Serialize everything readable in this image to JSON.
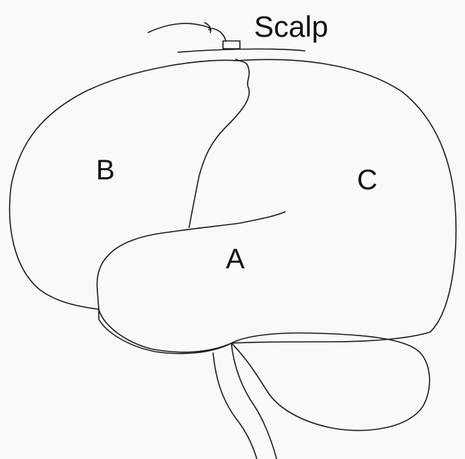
{
  "labels": {
    "scalp": "Scalp",
    "region_a": "A",
    "region_b": "B",
    "region_c": "C"
  },
  "colors": {
    "line": "#1a1a1a",
    "background": "#f9f9f9"
  }
}
